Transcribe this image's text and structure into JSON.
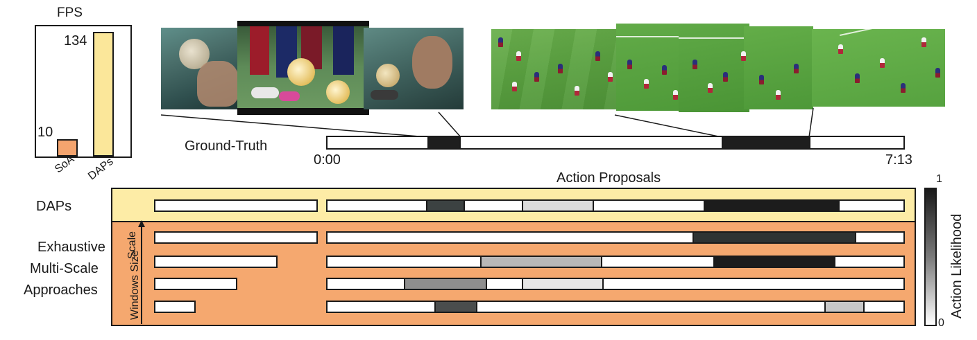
{
  "fps_chart": {
    "title": "FPS",
    "bars": [
      {
        "label": "SoA",
        "value": 10,
        "color": "#f4a46e"
      },
      {
        "label": "DAPs",
        "value": 134,
        "color": "#fbe79a"
      }
    ],
    "value_labels": [
      "10",
      "134"
    ],
    "ylim": [
      0,
      150
    ]
  },
  "timeline": {
    "label": "Ground-Truth",
    "start_time": "0:00",
    "end_time": "7:13",
    "gt_segments": [
      [
        0.176,
        0.232
      ],
      [
        0.685,
        0.835
      ]
    ]
  },
  "proposals": {
    "title": "Action Proposals",
    "daps_label": "DAPs",
    "exhaustive_label_lines": [
      "Exhaustive",
      "Multi-Scale",
      "Approaches"
    ],
    "axis_label_1": "Windows Size",
    "axis_label_2": "Scale",
    "colors": {
      "daps_bg": "#fdeca6",
      "exhaustive_bg": "#f5a86f"
    }
  },
  "colorbar": {
    "label": "Action Likelihood",
    "max_label": "1",
    "min_label": "0"
  }
}
